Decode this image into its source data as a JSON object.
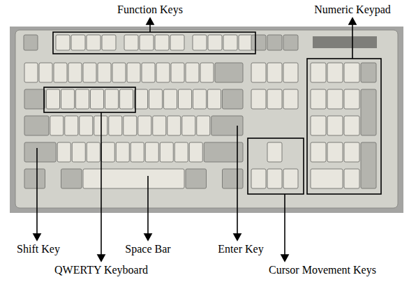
{
  "diagram": {
    "labels": [
      "Function Keys",
      "Numeric Keypad",
      "Shift Key",
      "Space Bar",
      "Enter Key",
      "QWERTY Keyboard",
      "Cursor Movement Keys"
    ]
  }
}
